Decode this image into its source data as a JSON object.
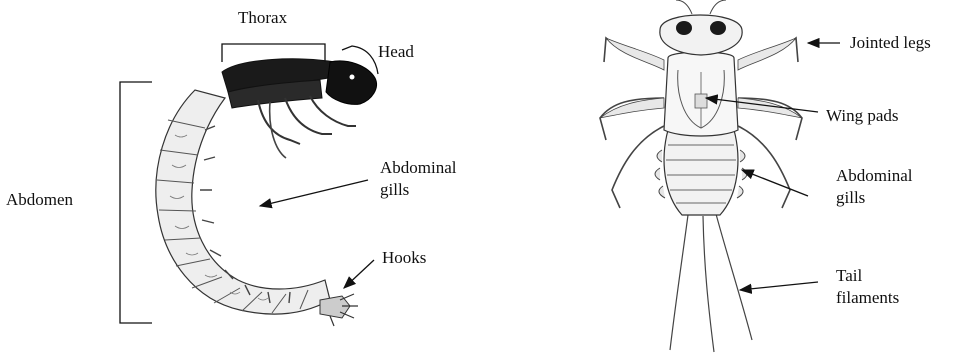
{
  "caddisfly_larva": {
    "thorax": "Thorax",
    "head": "Head",
    "abdomen": "Abdomen",
    "abdominal_gills_line1": "Abdominal",
    "abdominal_gills_line2": "gills",
    "hooks": "Hooks"
  },
  "mayfly_nymph": {
    "jointed_legs": "Jointed legs",
    "wing_pads": "Wing pads",
    "abdominal_gills_line1": "Abdominal",
    "abdominal_gills_line2": "gills",
    "tail_filaments_line1": "Tail",
    "tail_filaments_line2": "filaments"
  },
  "colors": {
    "ink": "#111111",
    "outline": "#333333",
    "shade": "#dddddd",
    "dark": "#1a1a1a"
  }
}
